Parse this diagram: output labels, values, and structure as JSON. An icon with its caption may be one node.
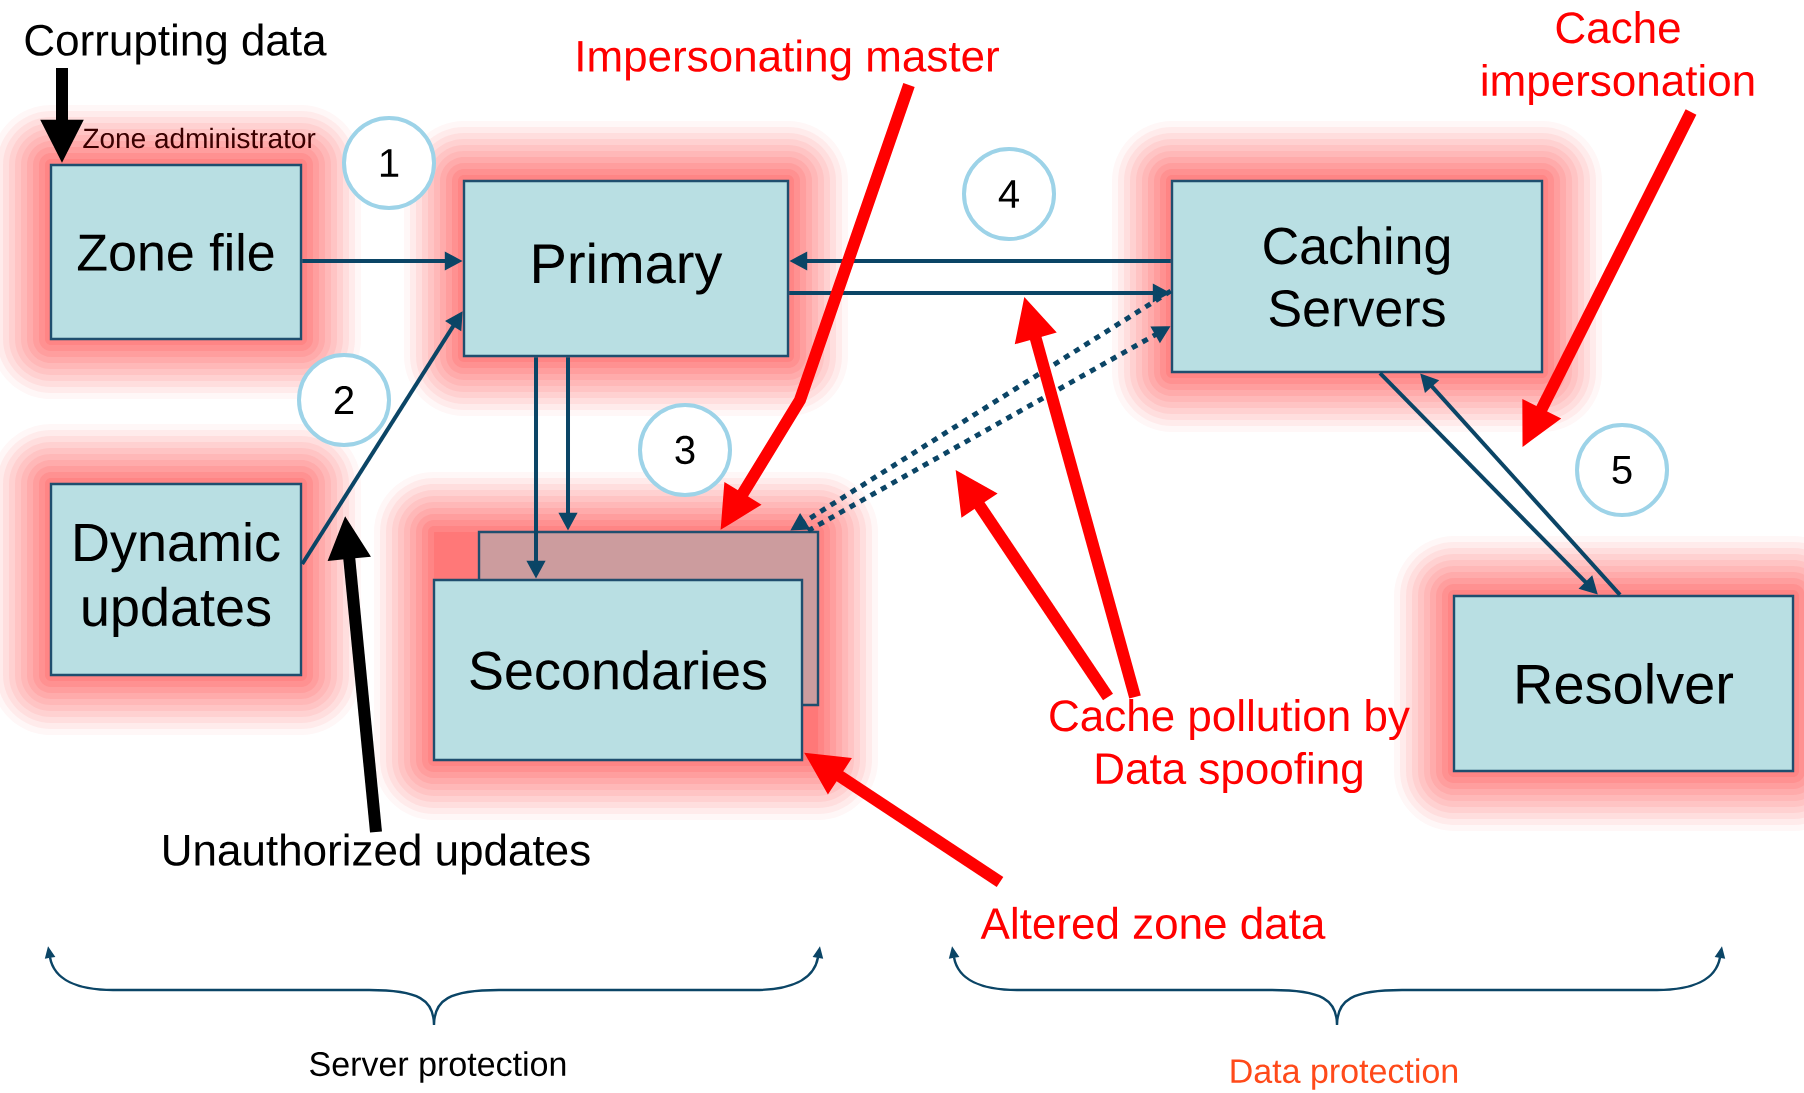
{
  "diagram": {
    "nodes": [
      {
        "text": [
          "Zone file"
        ],
        "beside": [
          "Zone administrator"
        ]
      },
      {
        "text": [
          "Primary"
        ]
      },
      {
        "text": [
          "Caching Servers"
        ]
      },
      {
        "text": [
          "Dynamic updates"
        ]
      },
      {
        "text": [
          "Secondaries"
        ]
      },
      {
        "text": [
          "Resolver"
        ]
      },
      {
        "text": [
          "1"
        ]
      },
      {
        "text": [
          "2"
        ]
      },
      {
        "text": [
          "3"
        ]
      },
      {
        "text": [
          "4"
        ]
      },
      {
        "text": [
          "5"
        ]
      },
      {
        "text": [
          "Corrupting data"
        ]
      },
      {
        "text": [
          "Impersonating master"
        ]
      },
      {
        "text": [
          "Cache impersonation"
        ]
      },
      {
        "text": [
          "Cache pollution by Data spoofing"
        ]
      },
      {
        "text": [
          "Unauthorized updates"
        ]
      },
      {
        "text": [
          "Altered zone data"
        ]
      }
    ],
    "edges": [
      {
        "from": 0,
        "to": 1,
        "arrow": "to"
      },
      {
        "from": 3,
        "to": 1,
        "arrow": "to"
      },
      {
        "from": 2,
        "to": 1,
        "arrow": "to"
      },
      {
        "from": 1,
        "to": 2,
        "arrow": "to"
      },
      {
        "from": 1,
        "to": 4,
        "arrow": "to"
      },
      {
        "from": 1,
        "to": 4,
        "arrow": "to"
      },
      {
        "from": 2,
        "to": 4,
        "arrow": "to",
        "style": "dashed"
      },
      {
        "from": 4,
        "to": 2,
        "arrow": "to",
        "style": "dashed"
      },
      {
        "from": 2,
        "to": 5,
        "arrow": "to"
      },
      {
        "from": 5,
        "to": 2,
        "arrow": "to"
      },
      {
        "from": 11,
        "to": 0,
        "arrow": "to",
        "style": "thick",
        "color": "#000000"
      },
      {
        "from": 12,
        "to": 4,
        "arrow": "to",
        "style": "thick",
        "color": "#ff0000"
      },
      {
        "from": 13,
        "to": null,
        "arrow": "to",
        "style": "thick",
        "color": "#ff0000"
      },
      {
        "from": 14,
        "to": null,
        "arrow": "to",
        "style": "thick",
        "color": "#ff0000"
      },
      {
        "from": 14,
        "to": null,
        "arrow": "to",
        "style": "thick",
        "color": "#ff0000"
      },
      {
        "from": 15,
        "to": null,
        "arrow": "to",
        "style": "thick",
        "color": "#000000"
      },
      {
        "from": 16,
        "to": 4,
        "arrow": "to",
        "style": "thick",
        "color": "#ff0000"
      }
    ],
    "labels": [
      "Server protection",
      "Data protection"
    ]
  }
}
